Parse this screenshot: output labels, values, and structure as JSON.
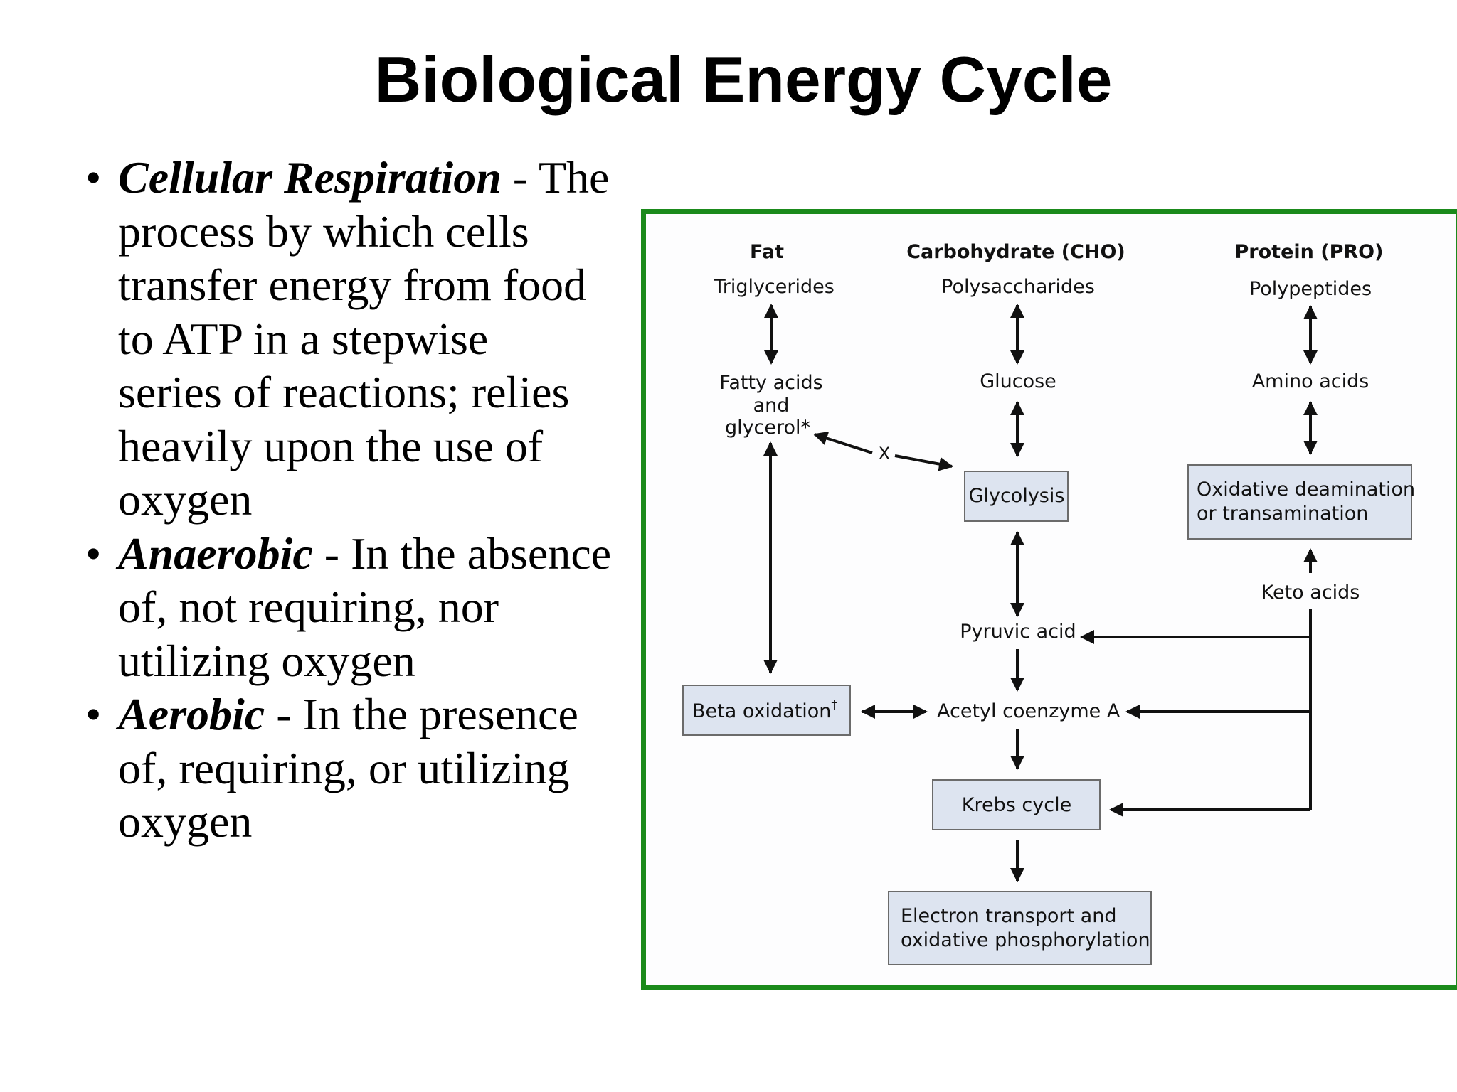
{
  "slide": {
    "title": "Biological Energy Cycle"
  },
  "bullets": [
    {
      "term": "Cellular Respiration",
      "sep": " - ",
      "lines": [
        "The",
        "process by which cells",
        "transfer energy from food",
        "to ATP in a stepwise",
        "series of reactions; relies",
        "heavily upon the use of",
        "oxygen"
      ]
    },
    {
      "term": "Anaerobic",
      "sep": " - ",
      "lines": [
        "In the absence",
        "of, not requiring, nor",
        "utilizing oxygen"
      ]
    },
    {
      "term": "Aerobic",
      "sep": " - ",
      "lines": [
        "In the presence",
        "of, requiring, or utilizing",
        "oxygen"
      ]
    }
  ],
  "diagram": {
    "columns": {
      "fat": "Fat",
      "cho": "Carbohydrate (CHO)",
      "pro": "Protein (PRO)"
    },
    "nodes": {
      "triglycerides": "Triglycerides",
      "polysaccharides": "Polysaccharides",
      "polypeptides": "Polypeptides",
      "fatty_acids": [
        "Fatty acids",
        "and",
        "glycerol*"
      ],
      "glucose": "Glucose",
      "amino_acids": "Amino acids",
      "x_mark": "X",
      "glycolysis": "Glycolysis",
      "oxidative_deamination": [
        "Oxidative deamination",
        "or transamination"
      ],
      "keto_acids": "Keto acids",
      "pyruvic_acid": "Pyruvic acid",
      "beta_oxidation": "Beta oxidation",
      "beta_dagger": "†",
      "acetyl_coa": "Acetyl coenzyme A",
      "krebs_cycle": "Krebs cycle",
      "electron_transport": [
        "Electron transport and",
        "oxidative phosphorylation"
      ]
    }
  }
}
